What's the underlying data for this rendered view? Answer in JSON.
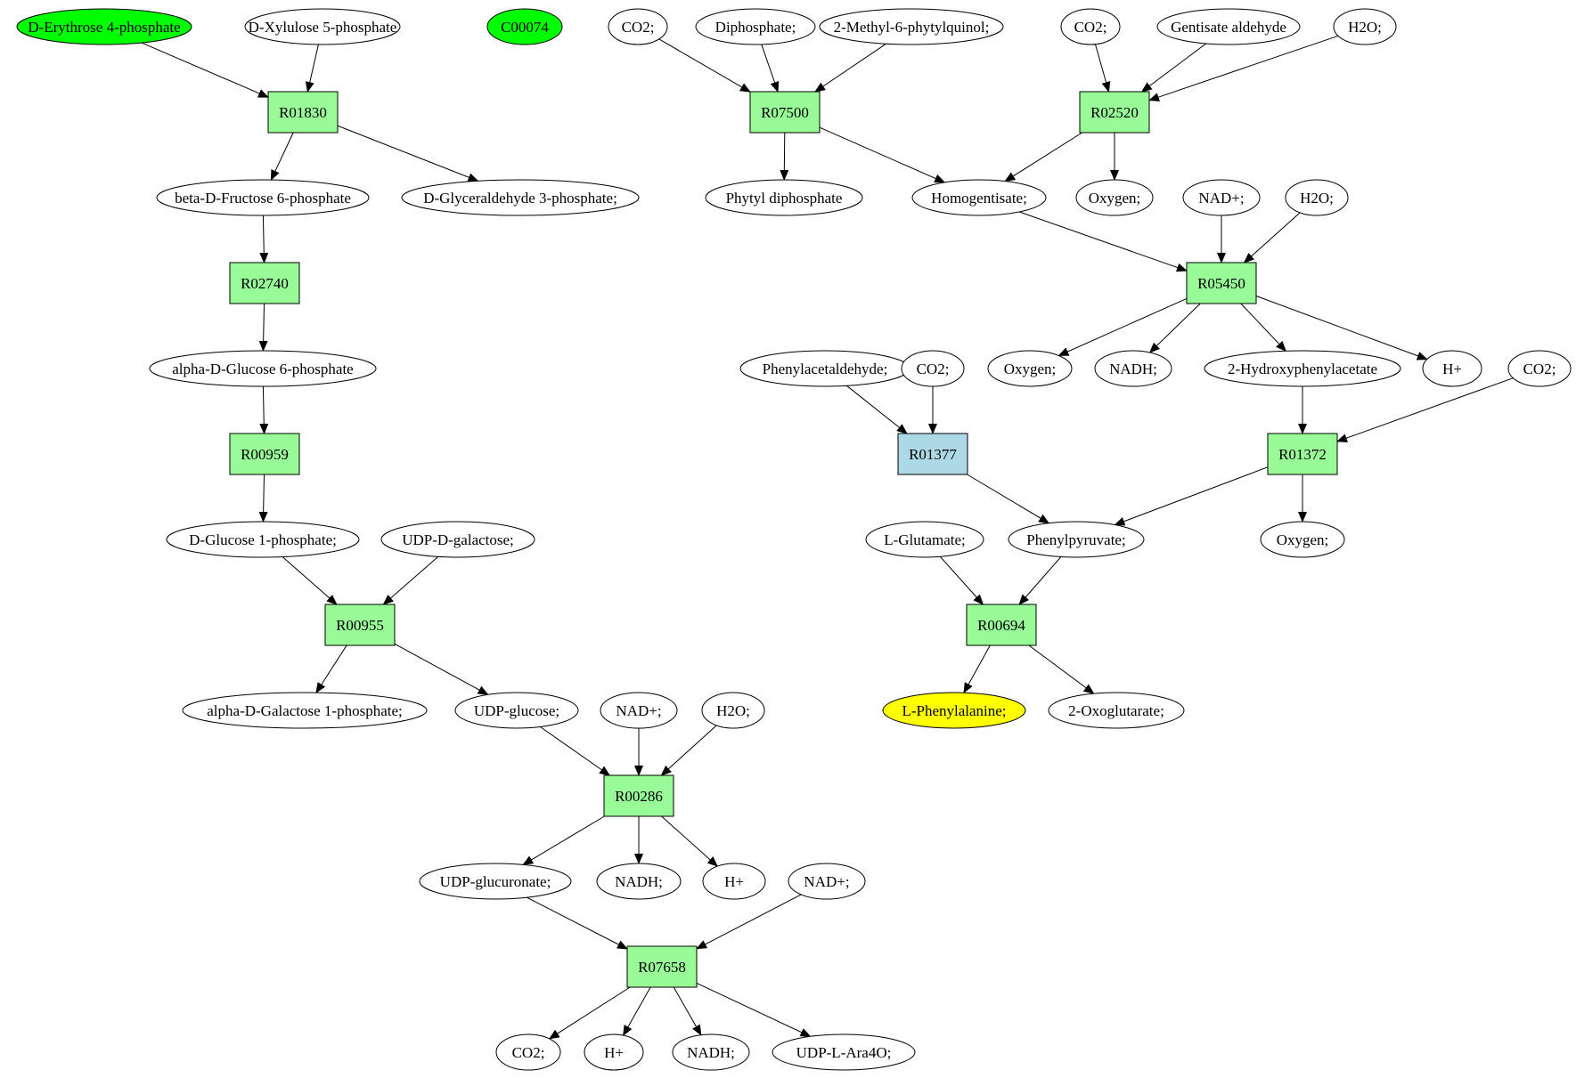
{
  "colors": {
    "reaction_default": "#98fb98",
    "reaction_alt": "#add8e6",
    "compound_default": "#ffffff",
    "compound_green": "#00ff00",
    "compound_yellow": "#ffff00",
    "stroke": "#000000"
  },
  "nodes": [
    {
      "id": "e4p",
      "shape": "ellipse",
      "label": "D-Erythrose 4-phosphate",
      "fill": "#00ff00"
    },
    {
      "id": "x5p",
      "shape": "ellipse",
      "label": "D-Xylulose 5-phosphate"
    },
    {
      "id": "c00074",
      "shape": "ellipse",
      "label": "C00074",
      "fill": "#00ff00"
    },
    {
      "id": "co2_a",
      "shape": "ellipse",
      "label": "CO2;"
    },
    {
      "id": "diphos",
      "shape": "ellipse",
      "label": "Diphosphate;"
    },
    {
      "id": "mpq",
      "shape": "ellipse",
      "label": "2-Methyl-6-phytylquinol;"
    },
    {
      "id": "co2_b",
      "shape": "ellipse",
      "label": "CO2;"
    },
    {
      "id": "gent",
      "shape": "ellipse",
      "label": "Gentisate aldehyde"
    },
    {
      "id": "h2o_a",
      "shape": "ellipse",
      "label": "H2O;"
    },
    {
      "id": "R01830",
      "shape": "box",
      "label": "R01830"
    },
    {
      "id": "R07500",
      "shape": "box",
      "label": "R07500"
    },
    {
      "id": "R02520",
      "shape": "box",
      "label": "R02520"
    },
    {
      "id": "bf6p",
      "shape": "ellipse",
      "label": "beta-D-Fructose 6-phosphate"
    },
    {
      "id": "g3p",
      "shape": "ellipse",
      "label": "D-Glyceraldehyde 3-phosphate;"
    },
    {
      "id": "phytyl",
      "shape": "ellipse",
      "label": "Phytyl diphosphate"
    },
    {
      "id": "homog",
      "shape": "ellipse",
      "label": "Homogentisate;"
    },
    {
      "id": "oxy_a",
      "shape": "ellipse",
      "label": "Oxygen;"
    },
    {
      "id": "nad_a",
      "shape": "ellipse",
      "label": "NAD+;"
    },
    {
      "id": "h2o_b",
      "shape": "ellipse",
      "label": "H2O;"
    },
    {
      "id": "R02740",
      "shape": "box",
      "label": "R02740"
    },
    {
      "id": "R05450",
      "shape": "box",
      "label": "R05450"
    },
    {
      "id": "ag6p",
      "shape": "ellipse",
      "label": "alpha-D-Glucose 6-phosphate"
    },
    {
      "id": "phacald",
      "shape": "ellipse",
      "label": "Phenylacetaldehyde;"
    },
    {
      "id": "co2_c",
      "shape": "ellipse",
      "label": "CO2;"
    },
    {
      "id": "oxy_b",
      "shape": "ellipse",
      "label": "Oxygen;"
    },
    {
      "id": "nadh_a",
      "shape": "ellipse",
      "label": "NADH;"
    },
    {
      "id": "hpa",
      "shape": "ellipse",
      "label": "2-Hydroxyphenylacetate"
    },
    {
      "id": "hplus_a",
      "shape": "ellipse",
      "label": "H+"
    },
    {
      "id": "co2_d",
      "shape": "ellipse",
      "label": "CO2;"
    },
    {
      "id": "R00959",
      "shape": "box",
      "label": "R00959"
    },
    {
      "id": "R01377",
      "shape": "box",
      "label": "R01377",
      "fill": "#add8e6"
    },
    {
      "id": "R01372",
      "shape": "box",
      "label": "R01372"
    },
    {
      "id": "g1p",
      "shape": "ellipse",
      "label": "D-Glucose 1-phosphate;"
    },
    {
      "id": "udpgal",
      "shape": "ellipse",
      "label": "UDP-D-galactose;"
    },
    {
      "id": "glu",
      "shape": "ellipse",
      "label": "L-Glutamate;"
    },
    {
      "id": "phpyr",
      "shape": "ellipse",
      "label": "Phenylpyruvate;"
    },
    {
      "id": "oxy_c",
      "shape": "ellipse",
      "label": "Oxygen;"
    },
    {
      "id": "R00955",
      "shape": "box",
      "label": "R00955"
    },
    {
      "id": "R00694",
      "shape": "box",
      "label": "R00694"
    },
    {
      "id": "agal1p",
      "shape": "ellipse",
      "label": "alpha-D-Galactose 1-phosphate;"
    },
    {
      "id": "udpglc",
      "shape": "ellipse",
      "label": "UDP-glucose;"
    },
    {
      "id": "nad_b",
      "shape": "ellipse",
      "label": "NAD+;"
    },
    {
      "id": "h2o_c",
      "shape": "ellipse",
      "label": "H2O;"
    },
    {
      "id": "lphe",
      "shape": "ellipse",
      "label": "L-Phenylalanine;",
      "fill": "#ffff00"
    },
    {
      "id": "oxoglu",
      "shape": "ellipse",
      "label": "2-Oxoglutarate;"
    },
    {
      "id": "R00286",
      "shape": "box",
      "label": "R00286"
    },
    {
      "id": "udpgla",
      "shape": "ellipse",
      "label": "UDP-glucuronate;"
    },
    {
      "id": "nadh_b",
      "shape": "ellipse",
      "label": "NADH;"
    },
    {
      "id": "hplus_b",
      "shape": "ellipse",
      "label": "H+"
    },
    {
      "id": "nad_c",
      "shape": "ellipse",
      "label": "NAD+;"
    },
    {
      "id": "R07658",
      "shape": "box",
      "label": "R07658"
    },
    {
      "id": "co2_e",
      "shape": "ellipse",
      "label": "CO2;"
    },
    {
      "id": "hplus_c",
      "shape": "ellipse",
      "label": "H+"
    },
    {
      "id": "nadh_c",
      "shape": "ellipse",
      "label": "NADH;"
    },
    {
      "id": "udpara",
      "shape": "ellipse",
      "label": "UDP-L-Ara4O;"
    }
  ],
  "edges": [
    [
      "e4p",
      "R01830"
    ],
    [
      "x5p",
      "R01830"
    ],
    [
      "R01830",
      "bf6p"
    ],
    [
      "R01830",
      "g3p"
    ],
    [
      "bf6p",
      "R02740"
    ],
    [
      "R02740",
      "ag6p"
    ],
    [
      "ag6p",
      "R00959"
    ],
    [
      "R00959",
      "g1p"
    ],
    [
      "g1p",
      "R00955"
    ],
    [
      "udpgal",
      "R00955"
    ],
    [
      "R00955",
      "agal1p"
    ],
    [
      "R00955",
      "udpglc"
    ],
    [
      "udpglc",
      "R00286"
    ],
    [
      "nad_b",
      "R00286"
    ],
    [
      "h2o_c",
      "R00286"
    ],
    [
      "R00286",
      "udpgla"
    ],
    [
      "R00286",
      "nadh_b"
    ],
    [
      "R00286",
      "hplus_b"
    ],
    [
      "udpgla",
      "R07658"
    ],
    [
      "nad_c",
      "R07658"
    ],
    [
      "R07658",
      "co2_e"
    ],
    [
      "R07658",
      "hplus_c"
    ],
    [
      "R07658",
      "nadh_c"
    ],
    [
      "R07658",
      "udpara"
    ],
    [
      "co2_a",
      "R07500"
    ],
    [
      "diphos",
      "R07500"
    ],
    [
      "mpq",
      "R07500"
    ],
    [
      "R07500",
      "phytyl"
    ],
    [
      "R07500",
      "homog"
    ],
    [
      "co2_b",
      "R02520"
    ],
    [
      "gent",
      "R02520"
    ],
    [
      "h2o_a",
      "R02520"
    ],
    [
      "R02520",
      "homog"
    ],
    [
      "R02520",
      "oxy_a"
    ],
    [
      "homog",
      "R05450"
    ],
    [
      "nad_a",
      "R05450"
    ],
    [
      "h2o_b",
      "R05450"
    ],
    [
      "R05450",
      "oxy_b"
    ],
    [
      "R05450",
      "nadh_a"
    ],
    [
      "R05450",
      "hpa"
    ],
    [
      "R05450",
      "hplus_a"
    ],
    [
      "phacald",
      "R01377"
    ],
    [
      "co2_c",
      "R01377"
    ],
    [
      "R01377",
      "phpyr"
    ],
    [
      "hpa",
      "R01372"
    ],
    [
      "co2_d",
      "R01372"
    ],
    [
      "R01372",
      "phpyr"
    ],
    [
      "R01372",
      "oxy_c"
    ],
    [
      "glu",
      "R00694"
    ],
    [
      "phpyr",
      "R00694"
    ],
    [
      "R00694",
      "lphe"
    ],
    [
      "R00694",
      "oxoglu"
    ]
  ]
}
